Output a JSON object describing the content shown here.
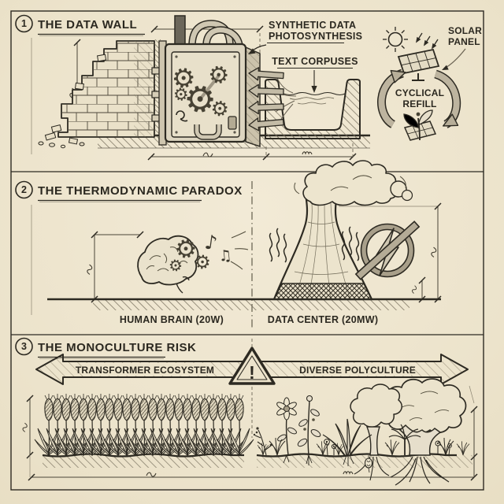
{
  "page": {
    "paper": "#ece3cb",
    "ink": "#2d2a22",
    "shade_gray": "#b7ae99"
  },
  "panel1": {
    "number": "1",
    "title": "THE DATA WALL",
    "synthetic_line1": "SYNTHETIC DATA",
    "synthetic_line2": "PHOTOSYNTHESIS",
    "corpuses": "TEXT CORPUSES",
    "solar_line1": "SOLAR",
    "solar_line2": "PANEL",
    "cycle_line1": "CYCLICAL",
    "cycle_line2": "REFILL"
  },
  "panel2": {
    "number": "2",
    "title": "THE THERMODYNAMIC PARADOX",
    "brain_caption": "HUMAN BRAIN (20W)",
    "datacenter_caption": "DATA CENTER (20MW)"
  },
  "panel3": {
    "number": "3",
    "title": "THE MONOCULTURE RISK",
    "left_label": "TRANSFORMER ECOSYSTEM",
    "right_label": "DIVERSE POLYCULTURE",
    "warning": "!"
  },
  "icons": {
    "gear": "⚙",
    "note_single": "♪",
    "note_double": "♫"
  }
}
